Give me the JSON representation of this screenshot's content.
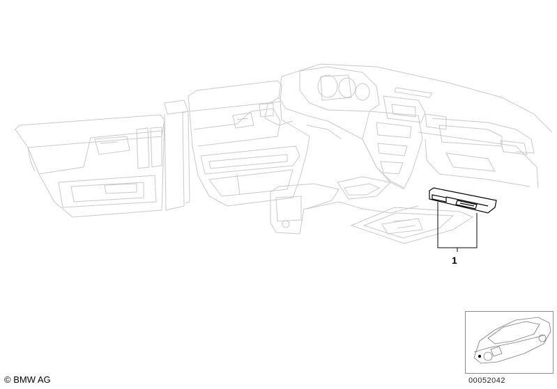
{
  "diagram": {
    "callouts": [
      {
        "label": "1"
      }
    ]
  },
  "footer": {
    "copyright": "© BMW AG",
    "image_number": "00052042"
  },
  "colors": {
    "line": "#c8c8c8",
    "highlight": "#000000"
  }
}
